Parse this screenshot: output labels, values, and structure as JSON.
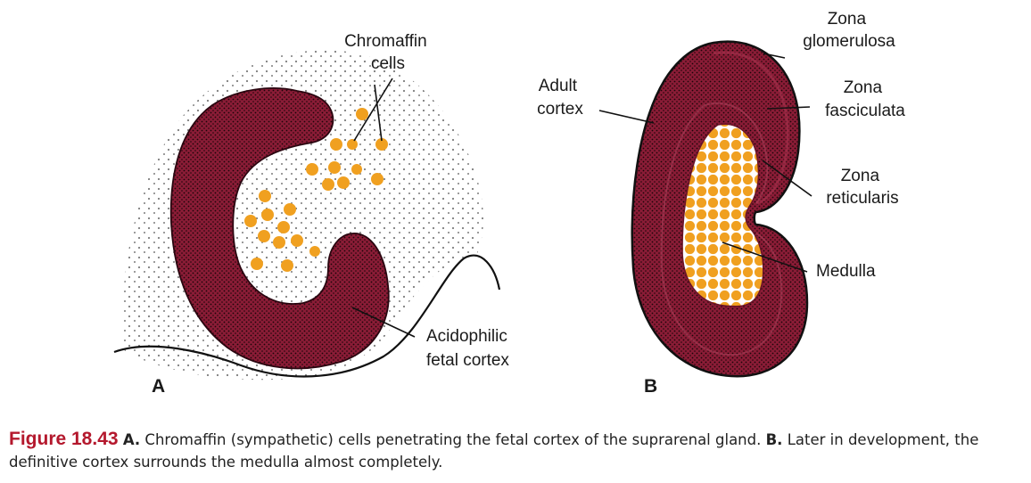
{
  "panel_a": {
    "letter": "A",
    "label_chromaffin_line1": "Chromaffin",
    "label_chromaffin_line2": "cells",
    "label_fetal_line1": "Acidophilic",
    "label_fetal_line2": "fetal cortex"
  },
  "panel_b": {
    "letter": "B",
    "label_adult_line1": "Adult",
    "label_adult_line2": "cortex",
    "label_glom_line1": "Zona",
    "label_glom_line2": "glomerulosa",
    "label_fasc_line1": "Zona",
    "label_fasc_line2": "fasciculata",
    "label_ret_line1": "Zona",
    "label_ret_line2": "reticularis",
    "label_medulla": "Medulla"
  },
  "caption": {
    "figure_label": "Figure 18.43",
    "part_a_marker": "A.",
    "part_a_text": "Chromaffin (sympathetic) cells penetrating the fetal cortex of the suprarenal gland.",
    "part_b_marker": "B.",
    "part_b_text": "Later in development, the definitive cortex surrounds the medulla almost completely."
  },
  "colors": {
    "cortex": "#8a1c36",
    "chromaffin": "#f0a020",
    "caption_label": "#b4182d"
  }
}
